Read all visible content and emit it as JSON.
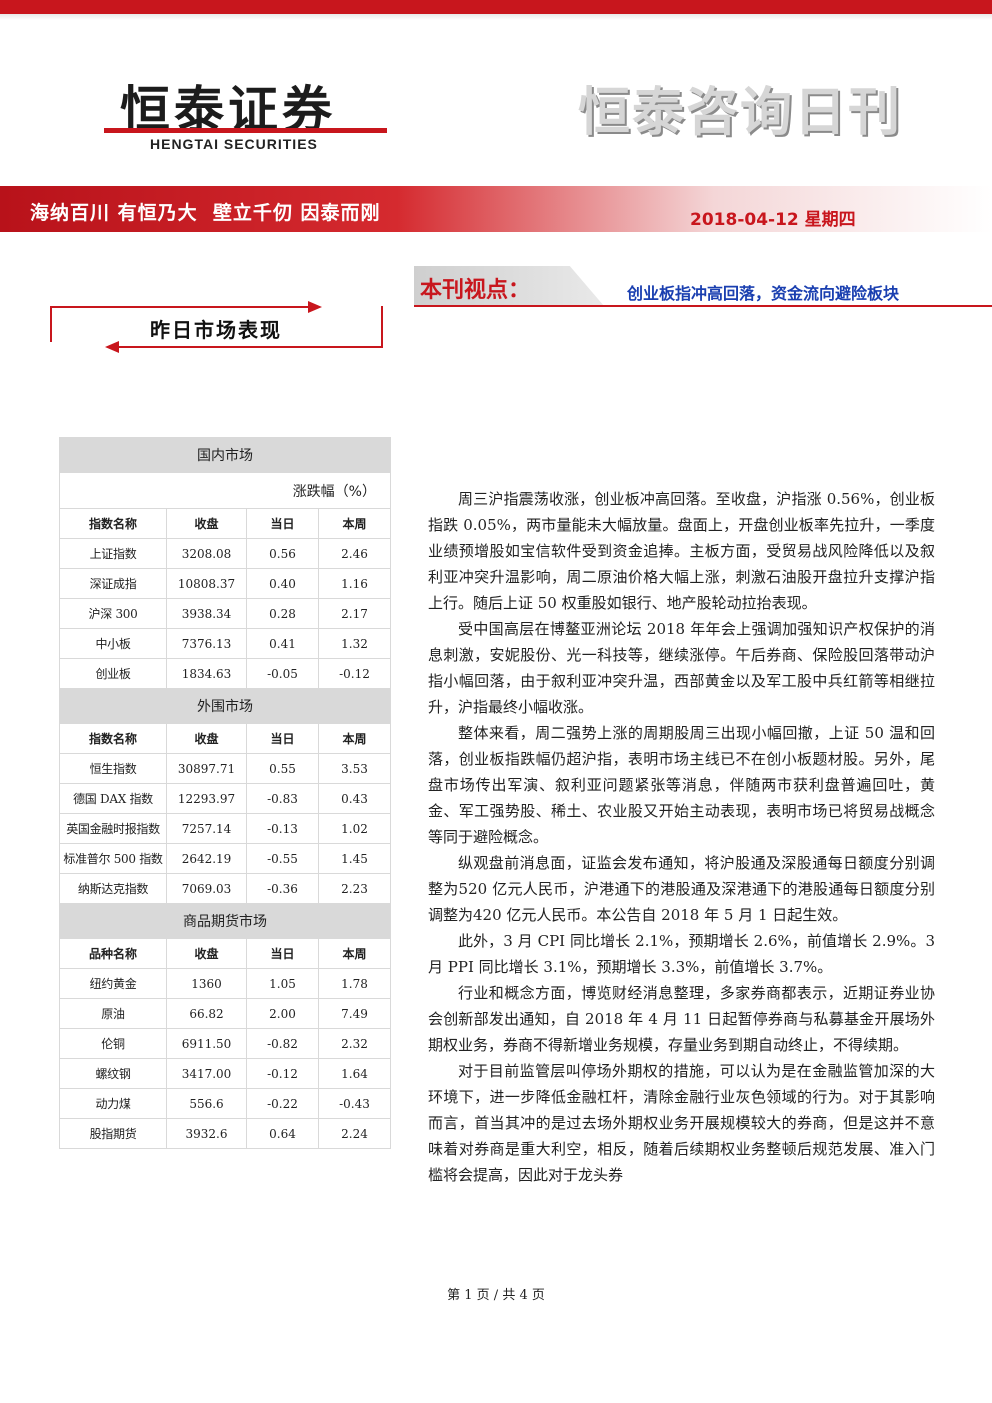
{
  "header": {
    "logo_cn": "恒泰证券",
    "logo_en": "HENGTAI SECURITIES",
    "publication": "恒泰咨询日刊",
    "slogan": "海纳百川 有恒乃大  壁立千仞 因泰而刚",
    "date": "2018-04-12 星期四"
  },
  "colors": {
    "brand_red": "#c8161d",
    "headline_blue": "#1a3fb0",
    "table_header_bg": "#d9d9d9"
  },
  "section_title": "昨日市场表现",
  "viewpoint": {
    "label": "本刊视点：",
    "headline": "创业板指冲高回落，资金流向避险板块"
  },
  "market_table": {
    "domestic": {
      "title": "国内市场",
      "unit": "涨跌幅（%）",
      "headers": [
        "指数名称",
        "收盘",
        "当日",
        "本周"
      ],
      "rows": [
        [
          "上证指数",
          "3208.08",
          "0.56",
          "2.46"
        ],
        [
          "深证成指",
          "10808.37",
          "0.40",
          "1.16"
        ],
        [
          "沪深 300",
          "3938.34",
          "0.28",
          "2.17"
        ],
        [
          "中小板",
          "7376.13",
          "0.41",
          "1.32"
        ],
        [
          "创业板",
          "1834.63",
          "-0.05",
          "-0.12"
        ]
      ]
    },
    "foreign": {
      "title": "外围市场",
      "headers": [
        "指数名称",
        "收盘",
        "当日",
        "本周"
      ],
      "rows": [
        [
          "恒生指数",
          "30897.71",
          "0.55",
          "3.53"
        ],
        [
          "德国 DAX 指数",
          "12293.97",
          "-0.83",
          "0.43"
        ],
        [
          "英国金融时报指数",
          "7257.14",
          "-0.13",
          "1.02"
        ],
        [
          "标准普尔 500 指数",
          "2642.19",
          "-0.55",
          "1.45"
        ],
        [
          "纳斯达克指数",
          "7069.03",
          "-0.36",
          "2.23"
        ]
      ]
    },
    "futures": {
      "title": "商品期货市场",
      "headers": [
        "品种名称",
        "收盘",
        "当日",
        "本周"
      ],
      "rows": [
        [
          "纽约黄金",
          "1360",
          "1.05",
          "1.78"
        ],
        [
          "原油",
          "66.82",
          "2.00",
          "7.49"
        ],
        [
          "伦铜",
          "6911.50",
          "-0.82",
          "2.32"
        ],
        [
          "螺纹钢",
          "3417.00",
          "-0.12",
          "1.64"
        ],
        [
          "动力煤",
          "556.6",
          "-0.22",
          "-0.43"
        ],
        [
          "股指期货",
          "3932.6",
          "0.64",
          "2.24"
        ]
      ]
    }
  },
  "article": [
    "周三沪指震荡收涨，创业板冲高回落。至收盘，沪指涨 0.56%，创业板指跌 0.05%，两市量能未大幅放量。盘面上，开盘创业板率先拉升，一季度业绩预增股如宝信软件受到资金追捧。主板方面，受贸易战风险降低以及叙利亚冲突升温影响，周二原油价格大幅上涨，刺激石油股开盘拉升支撑沪指上行。随后上证 50 权重股如银行、地产股轮动拉抬表现。",
    "受中国高层在博鳌亚洲论坛 2018 年年会上强调加强知识产权保护的消息刺激，安妮股份、光一科技等，继续涨停。午后券商、保险股回落带动沪指小幅回落，由于叙利亚冲突升温，西部黄金以及军工股中兵红箭等相继拉升，沪指最终小幅收涨。",
    "整体来看，周二强势上涨的周期股周三出现小幅回撤，上证 50 温和回落，创业板指跌幅仍超沪指，表明市场主线已不在创小板题材股。另外，尾盘市场传出军演、叙利亚问题紧张等消息，伴随两市获利盘普遍回吐，黄金、军工强势股、稀土、农业股又开始主动表现，表明市场已将贸易战概念等同于避险概念。",
    "纵观盘前消息面，证监会发布通知，将沪股通及深股通每日额度分别调整为520 亿元人民币，沪港通下的港股通及深港通下的港股通每日额度分别调整为420 亿元人民币。本公告自 2018 年 5 月 1 日起生效。",
    "此外，3 月 CPI 同比增长 2.1%，预期增长 2.6%，前值增长 2.9%。3 月 PPI 同比增长 3.1%，预期增长 3.3%，前值增长 3.7%。",
    "行业和概念方面，博览财经消息整理，多家券商都表示，近期证券业协会创新部发出通知，自 2018 年 4 月 11 日起暂停券商与私募基金开展场外期权业务，券商不得新增业务规模，存量业务到期自动终止，不得续期。",
    "对于目前监管层叫停场外期权的措施，可以认为是在金融监管加深的大环境下，进一步降低金融杠杆，清除金融行业灰色领域的行为。对于其影响而言，首当其冲的是过去场外期权业务开展规模较大的券商，但是这并不意味着对券商是重大利空，相反，随着后续期权业务整顿后规范发展、准入门槛将会提高，因此对于龙头券"
  ],
  "footer": "第 1 页 / 共 4 页"
}
